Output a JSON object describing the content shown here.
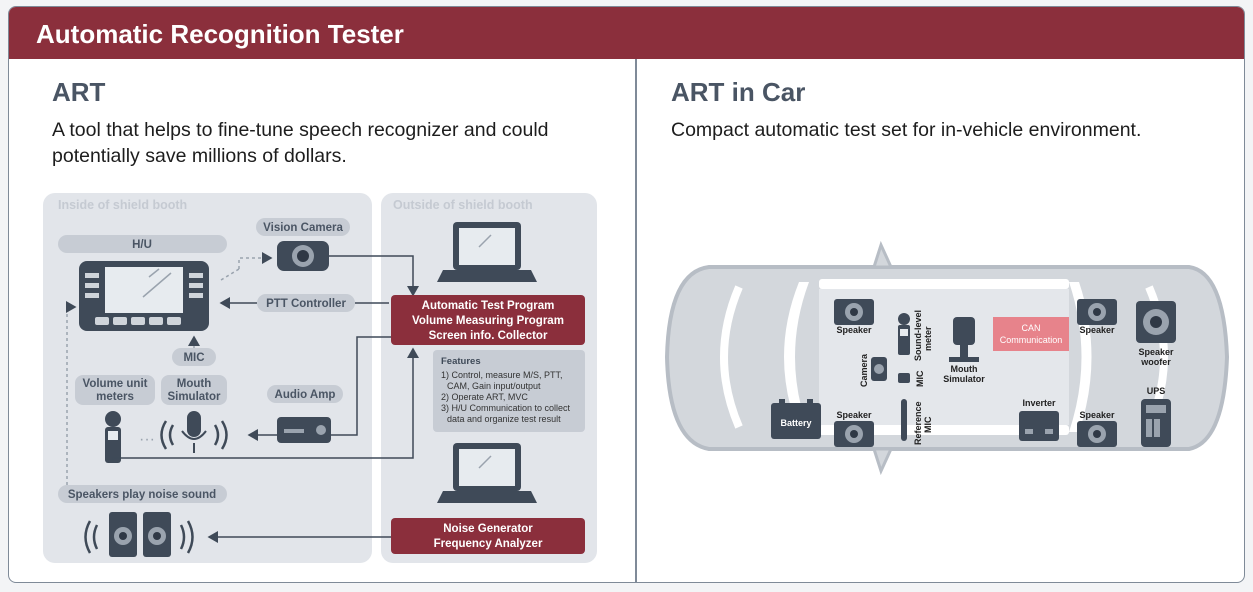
{
  "banner": {
    "title": "Automatic Recognition Tester"
  },
  "left": {
    "title": "ART",
    "description_line1": "A tool that helps to fine-tune speech recognizer and could",
    "description_line2": "potentially save millions of dollars.",
    "diagram": {
      "inside_label": "Inside of shield booth",
      "outside_label": "Outside of shield booth",
      "hu": "H/U",
      "vision_camera": "Vision Camera",
      "ptt_controller": "PTT Controller",
      "mic": "MIC",
      "volume_meters_1": "Volume unit",
      "volume_meters_2": "meters",
      "mouth_sim_1": "Mouth",
      "mouth_sim_2": "Simulator",
      "audio_amp": "Audio Amp",
      "speakers_noise": "Speakers play noise sound",
      "program_1": "Automatic Test Program",
      "program_2": "Volume Measuring Program",
      "program_3": "Screen info. Collector",
      "features_title": "Features",
      "feature_1a": "1) Control, measure M/S, PTT,",
      "feature_1b": "CAM, Gain input/output",
      "feature_2": "2) Operate ART, MVC",
      "feature_3a": "3) H/U Communication to collect",
      "feature_3b": "data and organize test result",
      "noise_1": "Noise Generator",
      "noise_2": "Frequency Analyzer"
    }
  },
  "right": {
    "title": "ART in Car",
    "description": "Compact automatic test set for in-vehicle environment.",
    "car": {
      "speaker_fl": "Speaker",
      "speaker_rl": "Speaker",
      "speaker_fr": "Speaker",
      "speaker_rr": "Speaker",
      "camera": "Camera",
      "sound_level_1": "Sound-level",
      "sound_level_2": "meter",
      "mic": "MIC",
      "ref_mic_1": "Reference",
      "ref_mic_2": "MIC",
      "mouth_sim_1": "Mouth",
      "mouth_sim_2": "Simulator",
      "can_1": "CAN",
      "can_2": "Communication",
      "inverter": "Inverter",
      "woofer_1": "Speaker",
      "woofer_2": "woofer",
      "ups": "UPS",
      "battery": "Battery"
    }
  },
  "colors": {
    "accent": "#8b2f3c",
    "title": "#4a5564",
    "zone": "#e2e5ea"
  }
}
